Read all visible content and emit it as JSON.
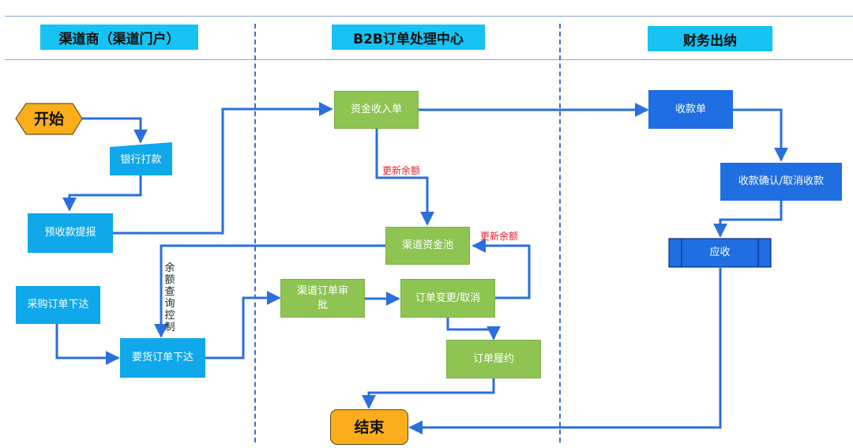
{
  "lanes": [
    {
      "title": "渠道商（渠道门户）"
    },
    {
      "title": "B2B订单处理中心"
    },
    {
      "title": "财务出纳"
    }
  ],
  "nodes": {
    "start": "开始",
    "bank_transfer": "银行打款",
    "prepayment_report": "预收款提报",
    "purchase_order": "采购订单下达",
    "requisition_order": "要货订单下达",
    "fund_receipt": "资金收入单",
    "channel_fund_pool": "渠道资金池",
    "channel_order_approval": "渠道订单审批",
    "order_change_cancel": "订单变更/取消",
    "order_fulfillment": "订单履约",
    "end": "结束",
    "receipt": "收款单",
    "receipt_confirm_cancel": "收款确认/取消收款",
    "receivable": "应收"
  },
  "annotations": {
    "update_balance_1": "更新余额",
    "update_balance_2": "更新余额",
    "balance_query_control": "余额查询控制"
  },
  "colors": {
    "lane_title": "#16c3f3",
    "channel_node": "#0fa8ea",
    "b2b_node": "#8dc452",
    "finance_node": "#1f6fe3",
    "terminal": "#fbae1a",
    "connector": "#2a6fdc",
    "annotation_red": "#e2202a"
  }
}
